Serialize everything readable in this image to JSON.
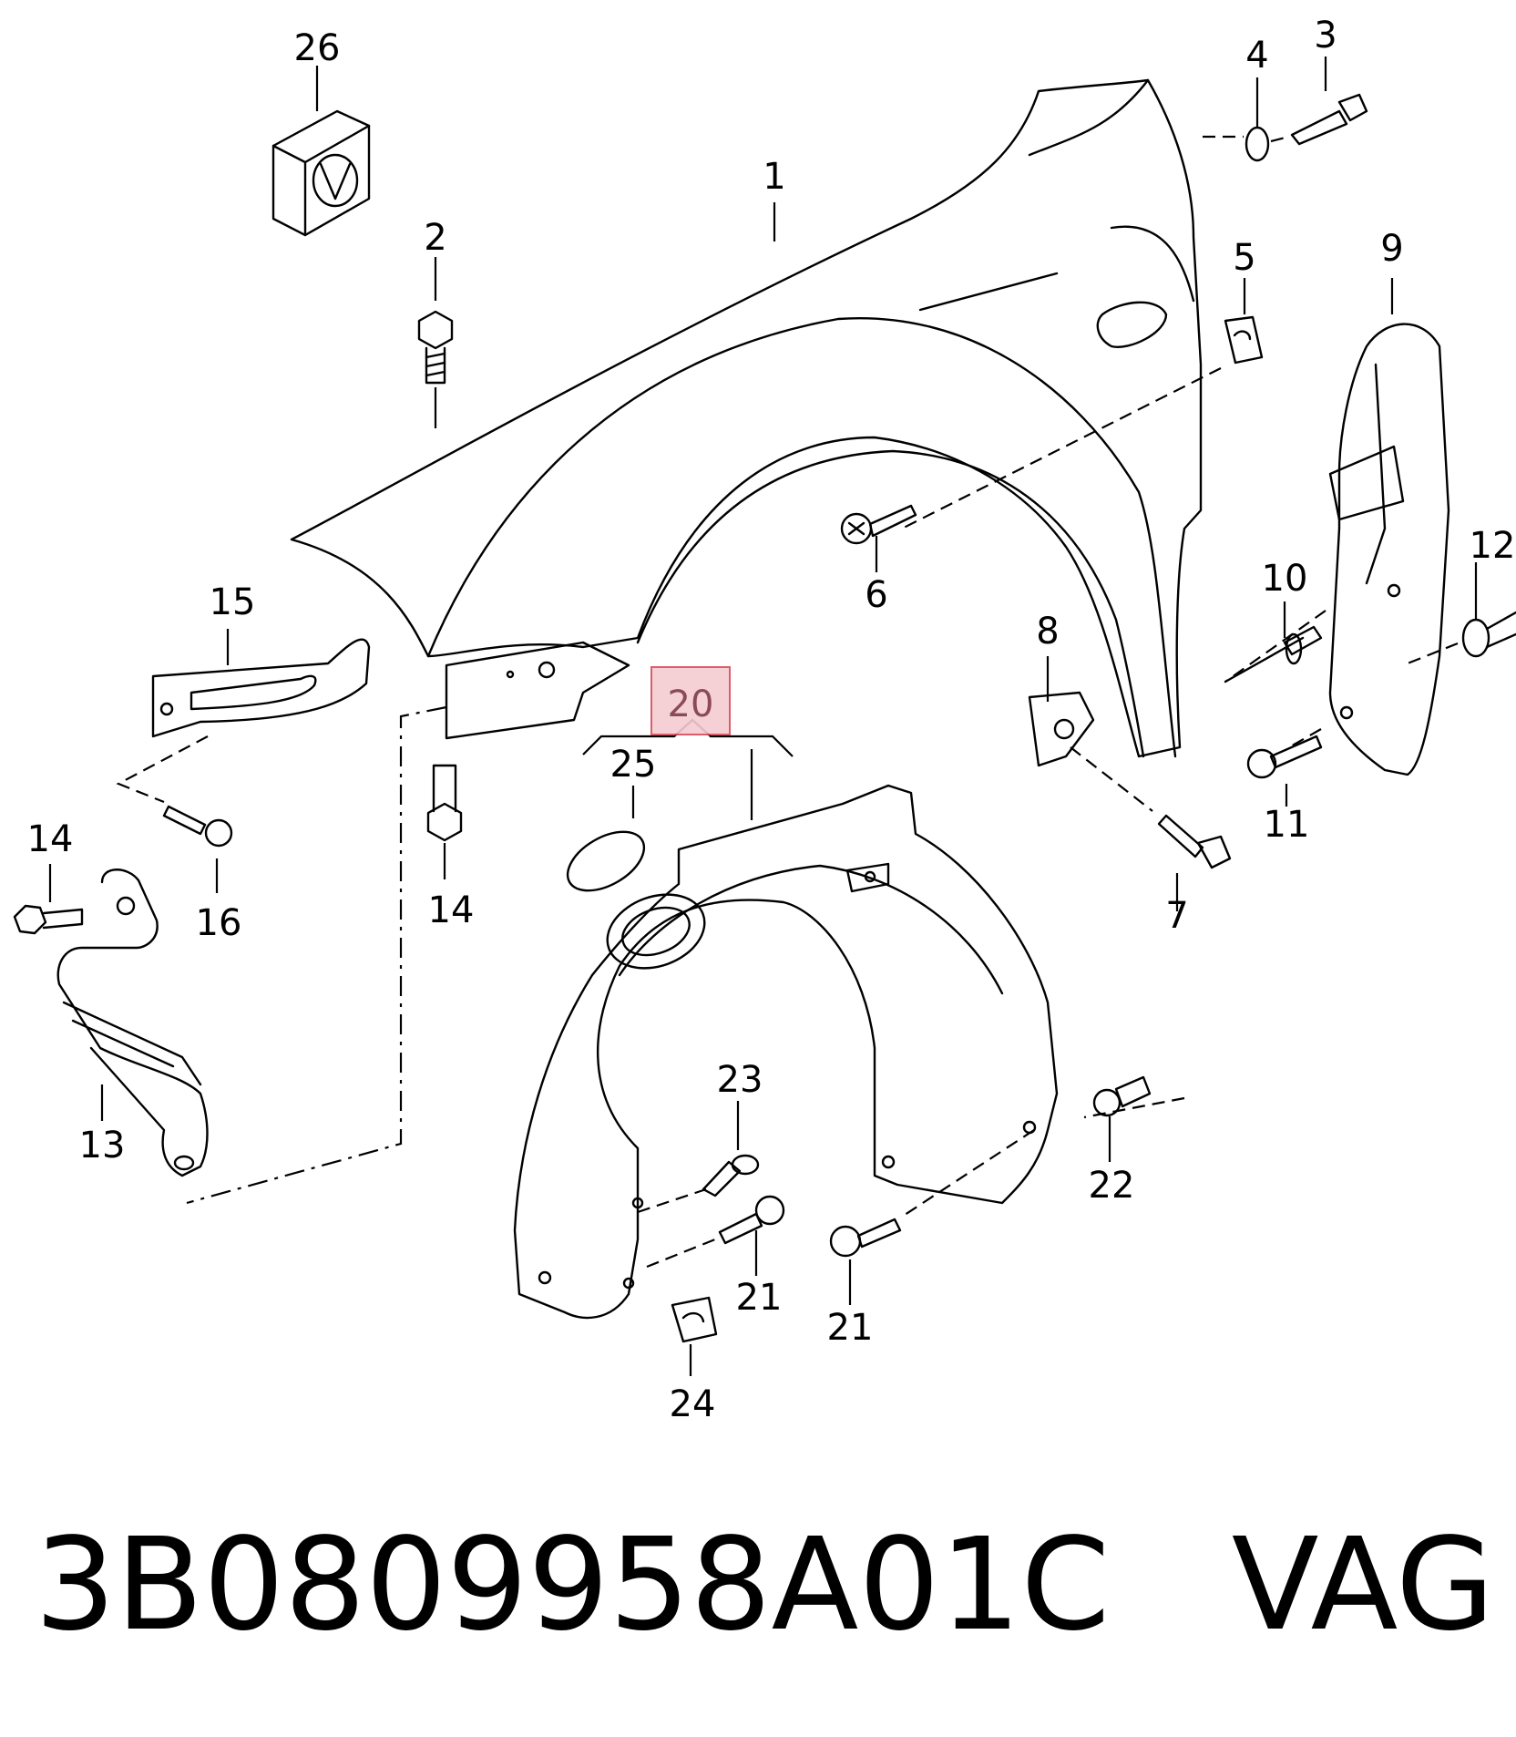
{
  "diagram": {
    "callouts": [
      {
        "id": "26",
        "label": "26"
      },
      {
        "id": "1",
        "label": "1"
      },
      {
        "id": "2",
        "label": "2"
      },
      {
        "id": "3",
        "label": "3"
      },
      {
        "id": "4",
        "label": "4"
      },
      {
        "id": "5",
        "label": "5"
      },
      {
        "id": "6",
        "label": "6"
      },
      {
        "id": "7",
        "label": "7"
      },
      {
        "id": "8",
        "label": "8"
      },
      {
        "id": "9",
        "label": "9"
      },
      {
        "id": "10",
        "label": "10"
      },
      {
        "id": "11",
        "label": "11"
      },
      {
        "id": "12",
        "label": "12"
      },
      {
        "id": "13",
        "label": "13"
      },
      {
        "id": "14a",
        "label": "14"
      },
      {
        "id": "14b",
        "label": "14"
      },
      {
        "id": "15",
        "label": "15"
      },
      {
        "id": "16",
        "label": "16"
      },
      {
        "id": "20",
        "label": "20"
      },
      {
        "id": "21a",
        "label": "21"
      },
      {
        "id": "21b",
        "label": "21"
      },
      {
        "id": "22",
        "label": "22"
      },
      {
        "id": "23",
        "label": "23"
      },
      {
        "id": "24",
        "label": "24"
      },
      {
        "id": "25",
        "label": "25"
      }
    ],
    "highlight_color": "#f4cdd2",
    "highlight_border": "#d94b5b"
  },
  "caption": {
    "part_number": "3B0809958A01C",
    "brand": "VAG",
    "text": "3B0809958A01C   VAG"
  }
}
